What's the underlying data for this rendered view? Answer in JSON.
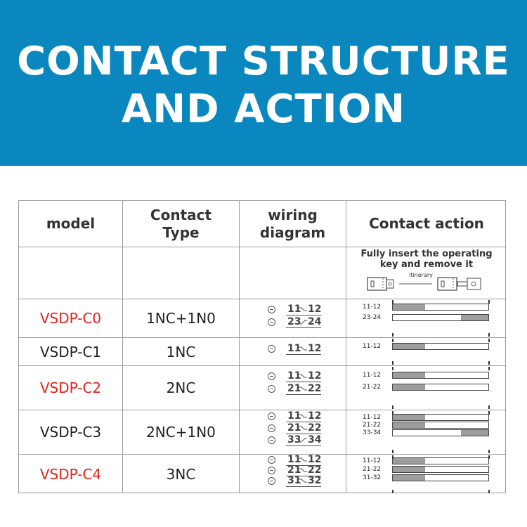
{
  "banner": {
    "line1": "CONTACT STRUCTURE",
    "line2": "AND ACTION",
    "color": "#0a87bf"
  },
  "table": {
    "headers": {
      "model": "model",
      "contact_type_1": "Contact",
      "contact_type_2": "Type",
      "wiring_1": "wiring",
      "wiring_2": "diagram",
      "action": "Contact action"
    },
    "note": {
      "line1": "Fully insert the operating",
      "line2": "key and remove it",
      "itinerary": "itinerary"
    },
    "rows": [
      {
        "model": "VSDP-C0",
        "highlight": true,
        "contact_type": "1NC+1N0",
        "wiring": [
          {
            "a": "11",
            "b": "12",
            "type": "NC"
          },
          {
            "a": "23",
            "b": "24",
            "type": "NO"
          }
        ],
        "action": [
          {
            "label": "11-12",
            "type": "NC"
          },
          {
            "label": "23-24",
            "type": "NO"
          }
        ]
      },
      {
        "model": "VSDP-C1",
        "highlight": false,
        "contact_type": "1NC",
        "wiring": [
          {
            "a": "11",
            "b": "12",
            "type": "NC"
          }
        ],
        "action": [
          {
            "label": "11-12",
            "type": "NC"
          }
        ]
      },
      {
        "model": "VSDP-C2",
        "highlight": true,
        "contact_type": "2NC",
        "wiring": [
          {
            "a": "11",
            "b": "12",
            "type": "NC"
          },
          {
            "a": "21",
            "b": "22",
            "type": "NC"
          }
        ],
        "action": [
          {
            "label": "11-12",
            "type": "NC"
          },
          {
            "label": "21-22",
            "type": "NC"
          }
        ]
      },
      {
        "model": "VSDP-C3",
        "highlight": false,
        "contact_type": "2NC+1N0",
        "wiring": [
          {
            "a": "11",
            "b": "12",
            "type": "NC"
          },
          {
            "a": "21",
            "b": "22",
            "type": "NC"
          },
          {
            "a": "33",
            "b": "34",
            "type": "NO"
          }
        ],
        "action": [
          {
            "label": "11-12",
            "type": "NC"
          },
          {
            "label": "21-22",
            "type": "NC"
          },
          {
            "label": "33-34",
            "type": "NO"
          }
        ]
      },
      {
        "model": "VSDP-C4",
        "highlight": true,
        "contact_type": "3NC",
        "wiring": [
          {
            "a": "11",
            "b": "12",
            "type": "NC"
          },
          {
            "a": "21",
            "b": "22",
            "type": "NC"
          },
          {
            "a": "31",
            "b": "32",
            "type": "NC"
          }
        ],
        "action": [
          {
            "label": "11-12",
            "type": "NC"
          },
          {
            "label": "21-22",
            "type": "NC"
          },
          {
            "label": "31-32",
            "type": "NC"
          }
        ]
      }
    ]
  },
  "colors": {
    "highlight_text": "#e2231a",
    "normal_text": "#222222",
    "bar_fill": "#9d9d9d",
    "border": "#9a9a9a"
  },
  "icons": {
    "wiring_terminal": "minus-circle-icon",
    "key_diagram": "operating-key-icon"
  }
}
